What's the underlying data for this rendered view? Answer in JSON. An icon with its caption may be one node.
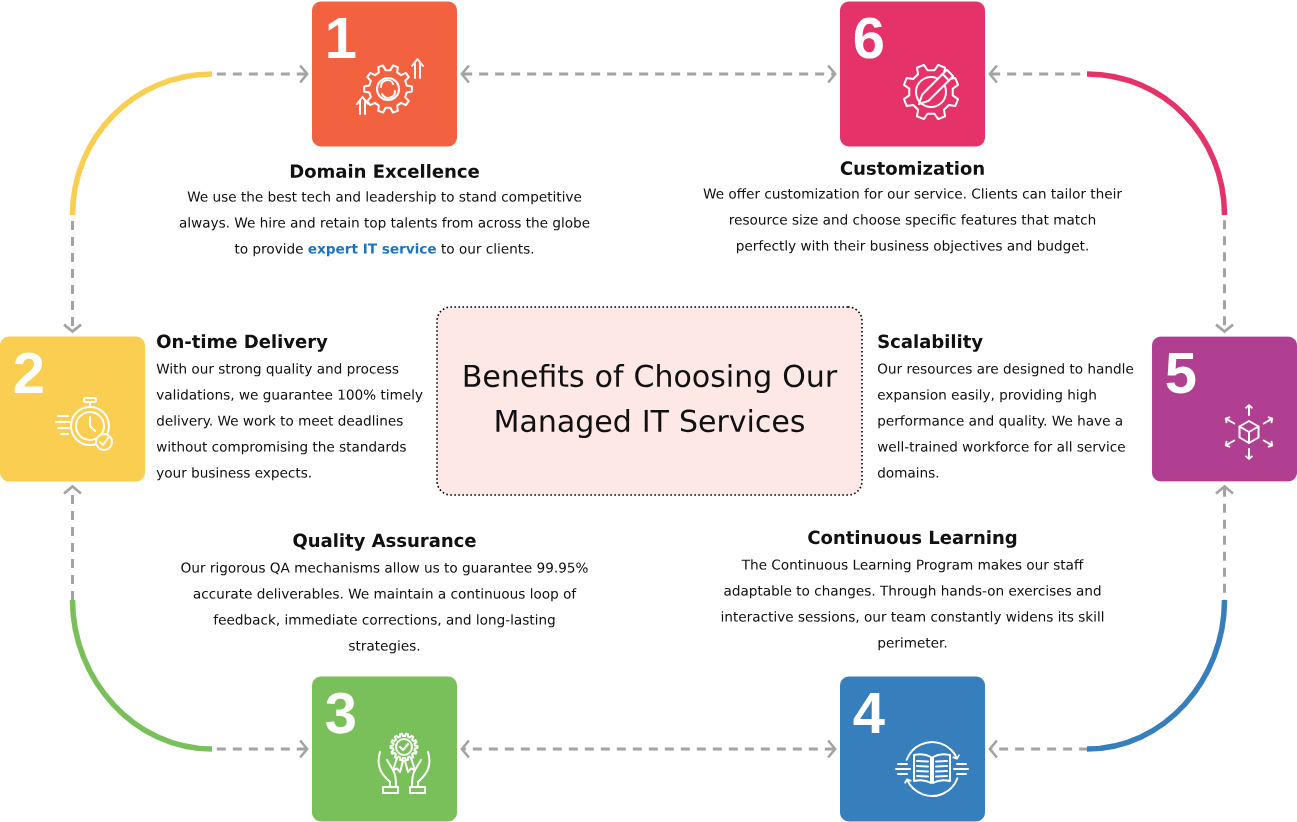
{
  "diagram": {
    "nodes": [
      {
        "text": [
          "1"
        ],
        "beside": [
          "Domain Excellence",
          "We use the best tech and leadership to stand competitive always. We hire and retain top talents from across the globe to provide **expert IT service** to our clients."
        ]
      },
      {
        "text": [
          "6"
        ],
        "beside": [
          "Customization",
          "We offer customization for our service. Clients can tailor their resource size and choose specific features that match perfectly with their business objectives and budget."
        ]
      },
      {
        "text": [
          "2"
        ],
        "beside": [
          "On-time Delivery",
          "With our strong quality and process validations, we guarantee 100% timely delivery. We work to meet deadlines without compromising the standards your business expects."
        ]
      },
      {
        "text": [
          "Benefits of Choosing Our Managed IT Services"
        ]
      },
      {
        "text": [
          "5"
        ],
        "beside": [
          "Scalability",
          "Our resources are designed to handle expansion easily, providing high performance and quality. We have a well-trained workforce for all service domains."
        ]
      },
      {
        "text": [
          "3"
        ],
        "beside": [
          "Quality Assurance",
          "Our rigorous QA mechanisms allow us to guarantee 99.95% accurate deliverables. We maintain a continuous loop of feedback, immediate corrections, and long-lasting strategies."
        ]
      },
      {
        "text": [
          "4"
        ],
        "beside": [
          "Continuous Learning",
          "The Continuous Learning Program makes our staff adaptable to changes. Through hands-on exercises and interactive sessions, our team constantly widens its skill perimeter."
        ]
      }
    ],
    "edges": [
      {
        "from": 0,
        "to": 2,
        "arrow": "both",
        "style": "dashed"
      },
      {
        "from": 0,
        "to": 1,
        "arrow": "both",
        "style": "dashed"
      },
      {
        "from": 1,
        "to": 4,
        "arrow": "both",
        "style": "dashed"
      },
      {
        "from": 4,
        "to": 6,
        "arrow": "both",
        "style": "dashed"
      },
      {
        "from": 6,
        "to": 5,
        "arrow": "both",
        "style": "dashed"
      },
      {
        "from": 5,
        "to": 2,
        "arrow": "both",
        "style": "dashed"
      }
    ]
  }
}
